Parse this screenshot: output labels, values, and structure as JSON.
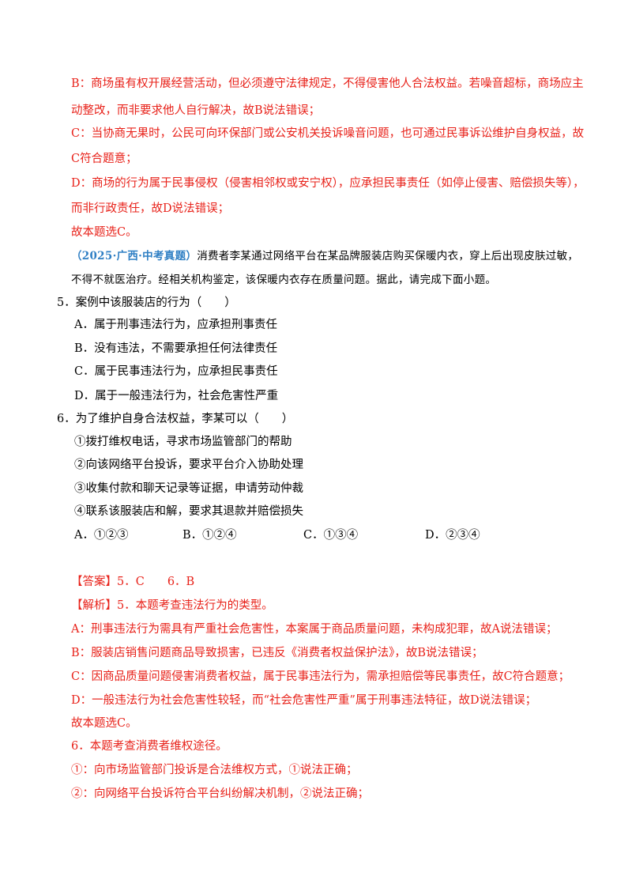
{
  "colors": {
    "analysis_red": "#e8221a",
    "source_blue": "#2f7fc4",
    "body_text": "#000000"
  },
  "prev_analysis": [
    "B：商场虽有权开展经营活动，但必须遵守法律规定，不得侵害他人合法权益。若噪音超标，商场应主",
    "动整改，而非要求他人自行解决，故B说法错误；",
    "C：当协商无果时，公民可向环保部门或公安机关投诉噪音问题，也可通过民事诉讼维护自身权益，故",
    "C符合题意；",
    "D：商场的行为属于民事侵权（侵害相邻权或安宁权），应承担民事责任（如停止侵害、赔偿损失等），",
    "而非行政责任，故D说法错误；",
    "故本题选C。"
  ],
  "material": {
    "source": "（2025·广西·中考真题）",
    "line1": "消费者李某通过网络平台在某品牌服装店购买保暖内衣，穿上后出现皮肤过敏，",
    "line2": "不得不就医治疗。经相关机构鉴定，该保暖内衣存在质量问题。据此，请完成下面小题。"
  },
  "q5": {
    "stem": "5．案例中该服装店的行为（　　）",
    "options": [
      "A．属于刑事违法行为，应承担刑事责任",
      "B．没有违法，不需要承担任何法律责任",
      "C．属于民事违法行为，应承担民事责任",
      "D．属于一般违法行为，社会危害性严重"
    ]
  },
  "q6": {
    "stem": "6．为了维护自身合法权益，李某可以（　　）",
    "items": [
      "①拨打维权电话，寻求市场监管部门的帮助",
      "②向该网络平台投诉，要求平台介入协助处理",
      "③收集付款和聊天记录等证据，申请劳动仲裁",
      "④联系该服装店和解，要求其退款并赔偿损失"
    ],
    "options": [
      "A．①②③",
      "B．①②④",
      "C．①③④",
      "D．②③④"
    ]
  },
  "answer": "【答案】5．C　　6．B",
  "analysis": {
    "intro": "【解析】5．本题考查违法行为的类型。",
    "q5_lines": [
      "A：刑事违法行为需具有严重社会危害性，本案属于商品质量问题，未构成犯罪，故A说法错误；",
      "B：服装店销售问题商品导致损害，已违反《消费者权益保护法》，故B说法错误；",
      "C：因商品质量问题侵害消费者权益，属于民事违法行为，需承担赔偿等民事责任，故C符合题意；",
      "D：一般违法行为社会危害性较轻，而“社会危害性严重”属于刑事违法特征，故D说法错误；",
      "故本题选C。"
    ],
    "q6_intro": "6．本题考查消费者维权途径。",
    "q6_lines": [
      "①：向市场监管部门投诉是合法维权方式，①说法正确；",
      "②：向网络平台投诉符合平台纠纷解决机制，②说法正确；"
    ]
  }
}
